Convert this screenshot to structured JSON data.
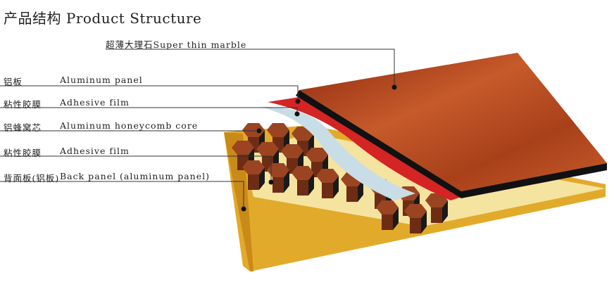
{
  "title": "产品结构 Product Structure",
  "layers": [
    {
      "cn": "超薄大理石",
      "en": "Super thin marble"
    },
    {
      "cn": "铝板",
      "en": "Aluminum panel"
    },
    {
      "cn": "粘性胶膜",
      "en": "Adhesive film"
    },
    {
      "cn": "铝蜂窝芯",
      "en": "Aluminum honeycomb core"
    },
    {
      "cn": "粘性胶膜",
      "en": "Adhesive film"
    },
    {
      "cn": "背面板(铝板)",
      "en": "Back panel (aluminum panel)"
    }
  ],
  "colors": {
    "marble": "#b8441c",
    "red": "#d42424",
    "honeycomb": "#8a3a1c",
    "back": "#e2aa2a",
    "film": "#c8dde6"
  }
}
